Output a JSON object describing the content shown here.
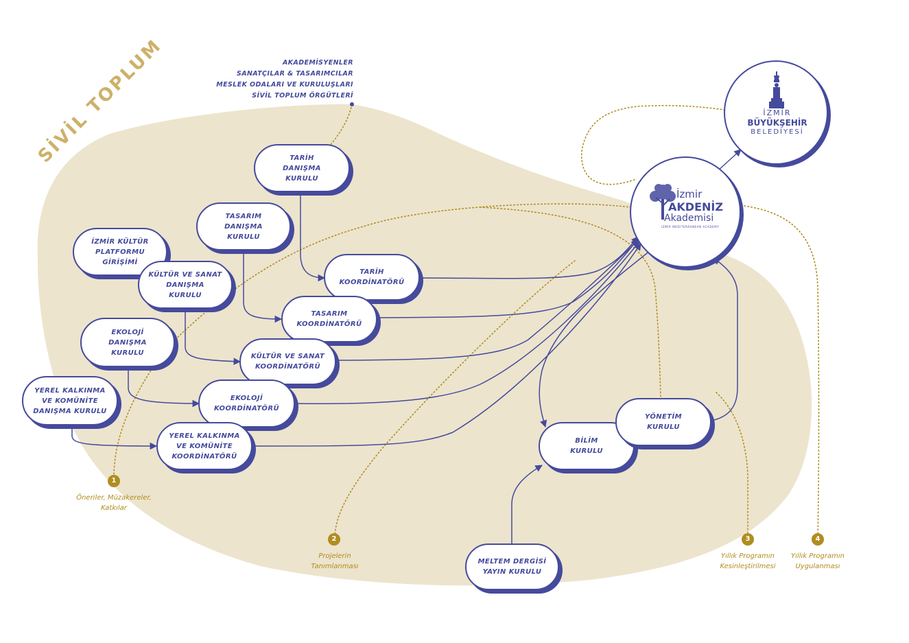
{
  "side_label": "SİVİL TOPLUM",
  "stakeholders": [
    "AKADEMİSYENLER",
    "SANATÇILAR & TASARIMCILAR",
    "MESLEK ODALARI VE KURULUŞLARI",
    "SİVİL TOPLUM ÖRGÜTLERİ"
  ],
  "councils": {
    "tarih_danisma": [
      "TARİH",
      "DANIŞMA",
      "KURULU"
    ],
    "tasarim_danisma": [
      "TASARIM",
      "DANIŞMA",
      "KURULU"
    ],
    "izmir_kultur": [
      "İZMİR KÜLTÜR",
      "PLATFORMU",
      "GİRİŞİMİ"
    ],
    "kultur_sanat_danisma": [
      "KÜLTÜR VE SANAT",
      "DANIŞMA",
      "KURULU"
    ],
    "ekoloji_danisma": [
      "EKOLOJİ",
      "DANIŞMA",
      "KURULU"
    ],
    "yerel_danisma": [
      "YEREL KALKINMA",
      "VE KOMÜNİTE",
      "DANIŞMA KURULU"
    ]
  },
  "coordinators": {
    "tarih": [
      "TARİH",
      "KOORDİNATÖRÜ"
    ],
    "tasarim": [
      "TASARIM",
      "KOORDİNATÖRÜ"
    ],
    "kultur_sanat": [
      "KÜLTÜR VE SANAT",
      "KOORDİNATÖRÜ"
    ],
    "ekoloji": [
      "EKOLOJİ",
      "KOORDİNATÖRÜ"
    ],
    "yerel": [
      "YEREL KALKINMA",
      "VE KOMÜNİTE",
      "KOORDİNATÖRÜ"
    ]
  },
  "boards": {
    "bilim": [
      "BİLİM",
      "KURULU"
    ],
    "yonetim": [
      "YÖNETİM",
      "KURULU"
    ],
    "meltem": [
      "MELTEM DERGİSİ",
      "YAYIN KURULU"
    ]
  },
  "akademi_logo": {
    "line1": "İzmir",
    "line2": "AKDENİZ",
    "line3": "Akademisi",
    "tagline": "IZMIR MEDITERRANEAN ACADEMY"
  },
  "municipality_logo": {
    "line1": "İZMİR",
    "line2": "BÜYÜKŞEHİR",
    "line3": "BELEDİYESİ"
  },
  "steps": [
    {
      "number": "1",
      "label": [
        "Öneriler, Müzakereler,",
        "Katkılar"
      ]
    },
    {
      "number": "2",
      "label": [
        "Projelerin",
        "Tanımlanması"
      ]
    },
    {
      "number": "3",
      "label": [
        "Yıllık Programın",
        "Kesinleştirilmesi"
      ]
    },
    {
      "number": "4",
      "label": [
        "Yıllık Programın",
        "Uygulanması"
      ]
    }
  ],
  "colors": {
    "navy": "#454a9c",
    "gold": "#b08d1f",
    "blob": "#ece4cd",
    "side_label": "#cdb16a"
  }
}
